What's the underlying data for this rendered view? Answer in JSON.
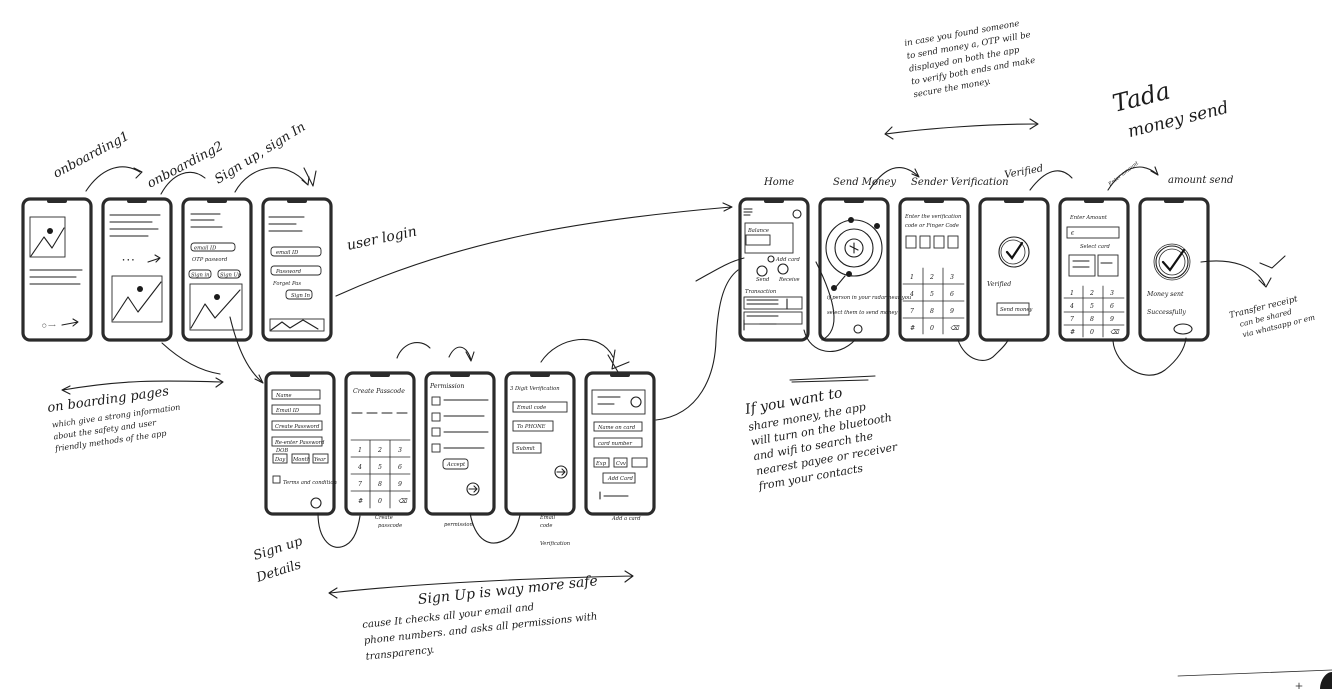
{
  "screens": {
    "s1": {
      "label_lines": [
        "onboarding1"
      ]
    },
    "s2": {
      "label_lines": [
        "onboarding2"
      ]
    },
    "s3": {
      "label_lines": [
        "Sign up, sign In"
      ],
      "fields": [
        "email ID",
        "OTP pasword",
        "Sign in",
        "Sign Up"
      ]
    },
    "s4": {
      "side_label": "user login",
      "fields": [
        "email ID",
        "Password",
        "Forget Pas",
        "Sign In"
      ]
    },
    "s5": {
      "label_lines": [
        "Sign up",
        "Details"
      ],
      "fields": [
        "Name",
        "Email ID",
        "Create Password",
        "Re-enter Password",
        "DOB",
        "Day",
        "Month",
        "Year",
        "Terms and condition"
      ]
    },
    "s6": {
      "header": "Create Passcode",
      "label_lines": [
        "Create",
        "passcode"
      ],
      "keys": [
        "1",
        "2",
        "3",
        "4",
        "5",
        "6",
        "7",
        "8",
        "9",
        "#",
        "0",
        "⌫"
      ]
    },
    "s7": {
      "header": "Permission",
      "label_lines": [
        "permission"
      ],
      "accept": "Accept"
    },
    "s8": {
      "header": "3 Digit Verification",
      "label_lines": [
        "Email",
        "code",
        "Verification"
      ],
      "fields": [
        "Email code",
        "To PHONE",
        "Submit"
      ]
    },
    "s9": {
      "label_lines": [
        "Add a card"
      ],
      "fields": [
        "Name on card",
        "card number",
        "Exp",
        "Cvv",
        "Add Card"
      ]
    },
    "s10": {
      "label_lines": [
        "Home"
      ],
      "texts": [
        "Balance",
        "Add card",
        "Send",
        "Receive",
        "Transaction"
      ]
    },
    "s11": {
      "label_lines": [
        "Send Money"
      ],
      "texts": [
        "if person in your radar near you",
        "select them to send money"
      ]
    },
    "s12": {
      "label_lines": [
        "Sender Verification"
      ],
      "texts": [
        "Enter the verification",
        "code or Finger Code"
      ],
      "keys": [
        "1",
        "2",
        "3",
        "4",
        "5",
        "6",
        "7",
        "8",
        "9",
        "#",
        "0",
        "⌫"
      ]
    },
    "s13": {
      "label_lines": [
        "Verified"
      ],
      "texts": [
        "Verified",
        "Send money"
      ]
    },
    "s14": {
      "label_lines": [
        "Enter amount"
      ],
      "texts": [
        "Enter Amount",
        "€",
        "Select card"
      ],
      "keys": [
        "1",
        "2",
        "3",
        "4",
        "5",
        "6",
        "7",
        "8",
        "9",
        "#",
        "0",
        "⌫"
      ]
    },
    "s15": {
      "label_lines": [
        "amount send"
      ],
      "texts": [
        "Money sent",
        "Successfully"
      ]
    }
  },
  "notes": {
    "onboarding": [
      "on boarding pages",
      "which give a strong information",
      "about the safety and user",
      "friendly methods of the app"
    ],
    "otp": [
      "in case you found someone",
      "to send money a, OTP will be",
      "displayed on both the app",
      "to verify both ends and make",
      "secure the money."
    ],
    "tada": [
      "Tada",
      "money send"
    ],
    "bluetooth": [
      "If you want to",
      "share money, the app",
      "will turn on the bluetooth",
      "and wifi to search the",
      "nearest payee or receiver",
      "from your contacts"
    ],
    "signup": [
      "Sign Up is way more safe",
      "cause It checks all your email and",
      "phone numbers. and asks all permissions with",
      "transparency."
    ],
    "transfer": [
      "Transfer receipt",
      "can be shared",
      "via whatsapp or em"
    ]
  }
}
